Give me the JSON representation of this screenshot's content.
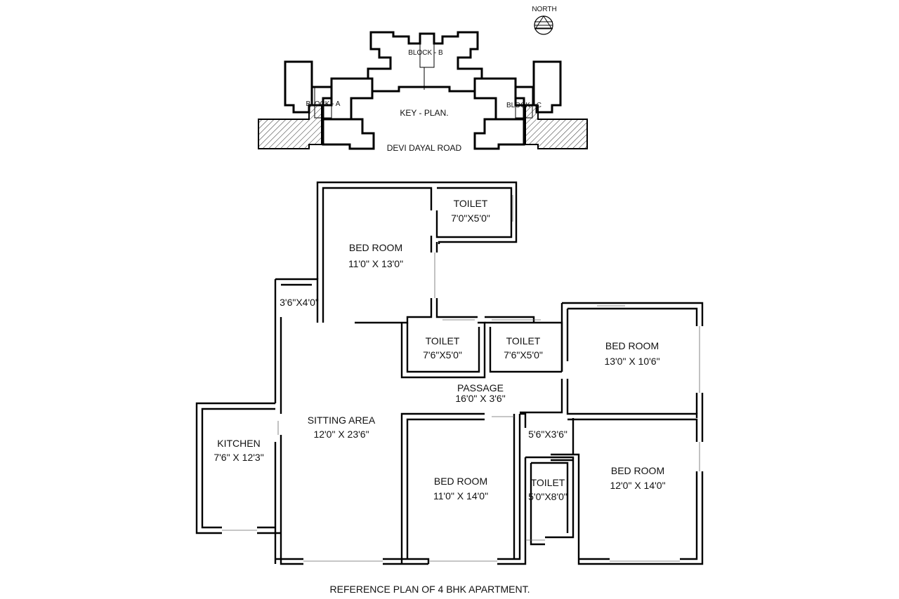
{
  "key_plan": {
    "north_label": "NORTH",
    "title": "KEY - PLAN.",
    "road": "DEVI DAYAL ROAD",
    "block_a": "BLOCK - A",
    "block_b": "BLOCK - B",
    "block_c": "BLOCK - C"
  },
  "rooms": {
    "bed1": {
      "name": "BED ROOM",
      "size": "11'0\" X 13'0\""
    },
    "toilet_top": {
      "name": "TOILET",
      "size": "7'0\"X5'0\""
    },
    "toilet_mid1": {
      "name": "TOILET",
      "size": "7'6\"X5'0\""
    },
    "toilet_mid2": {
      "name": "TOILET",
      "size": "7'6\"X5'0\""
    },
    "bed2": {
      "name": "BED ROOM",
      "size": "13'0\" X 10'6\""
    },
    "passage": {
      "name": "PASSAGE",
      "size": "16'0\" X 3'6\""
    },
    "balcony": {
      "size": "3'6\"X4'0\""
    },
    "sitting": {
      "name": "SITTING AREA",
      "size": "12'0\" X 23'6\""
    },
    "kitchen": {
      "name": "KITCHEN",
      "size": "7'6\" X 12'3\""
    },
    "bed3": {
      "name": "BED ROOM",
      "size": "11'0\" X 14'0\""
    },
    "lobby": {
      "size": "5'6\"X3'6\""
    },
    "toilet_small": {
      "name": "TOILET",
      "size": "5'0\"X8'0\""
    },
    "bed4": {
      "name": "BED ROOM",
      "size": "12'0\" X 14'0\""
    }
  },
  "caption": "REFERENCE PLAN OF 4 BHK APARTMENT."
}
